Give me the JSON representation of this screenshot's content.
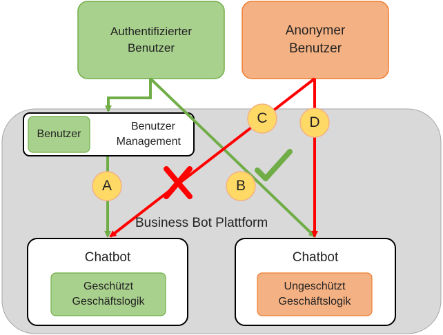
{
  "actors": {
    "authenticated": {
      "line1": "Authentifizierter",
      "line2": "Benutzer"
    },
    "anonymous": {
      "line1": "Anonymer",
      "line2": "Benutzer"
    }
  },
  "platform": {
    "label": "Business Bot Plattform"
  },
  "user_management": {
    "badge": "Benutzer",
    "line1": "Benutzer",
    "line2": "Management"
  },
  "chatbots": [
    {
      "title": "Chatbot",
      "logic_line1": "Geschützt",
      "logic_line2": "Geschäftslogik"
    },
    {
      "title": "Chatbot",
      "logic_line1": "Ungeschützt",
      "logic_line2": "Geschäftslogik"
    }
  ],
  "markers": {
    "a": "A",
    "b": "B",
    "c": "C",
    "d": "D"
  },
  "colors": {
    "auth_fill": "#a9d18e",
    "auth_stroke": "#70ad47",
    "anon_fill": "#f4b183",
    "anon_stroke": "#ed7d31",
    "platform_fill": "#d9d9d9",
    "marker_fill": "#ffd966",
    "marker_stroke": "#f4b183",
    "green_arrow": "#70ad47",
    "red_arrow": "#ff0000"
  }
}
